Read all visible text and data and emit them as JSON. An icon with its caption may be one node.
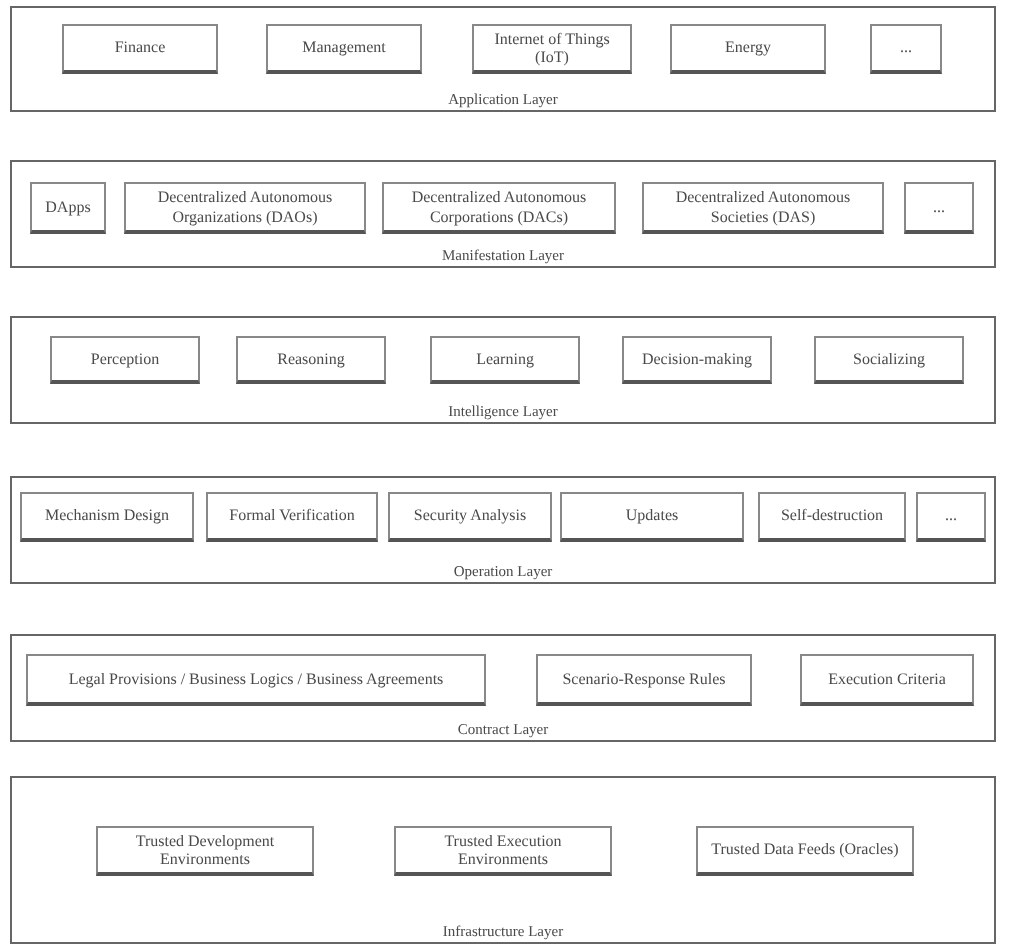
{
  "diagram": {
    "nodes": [
      {
        "text": [
          "Application Layer"
        ]
      },
      {
        "text": [
          "Finance"
        ],
        "in": 0
      },
      {
        "text": [
          "Management"
        ],
        "in": 0
      },
      {
        "text": [
          "Internet of Things (IoT)"
        ],
        "in": 0
      },
      {
        "text": [
          "Energy"
        ],
        "in": 0
      },
      {
        "text": [
          "..."
        ],
        "in": 0
      },
      {
        "text": [
          "Manifestation Layer"
        ]
      },
      {
        "text": [
          "DApps"
        ],
        "in": 6
      },
      {
        "text": [
          "Decentralized Autonomous Organizations (DAOs)"
        ],
        "in": 6
      },
      {
        "text": [
          "Decentralized Autonomous Corporations (DACs)"
        ],
        "in": 6
      },
      {
        "text": [
          "Decentralized Autonomous Societies (DAS)"
        ],
        "in": 6
      },
      {
        "text": [
          "..."
        ],
        "in": 6
      },
      {
        "text": [
          "Intelligence Layer"
        ]
      },
      {
        "text": [
          "Perception"
        ],
        "in": 12
      },
      {
        "text": [
          "Reasoning"
        ],
        "in": 12
      },
      {
        "text": [
          "Learning"
        ],
        "in": 12
      },
      {
        "text": [
          "Decision-making"
        ],
        "in": 12
      },
      {
        "text": [
          "Socializing"
        ],
        "in": 12
      },
      {
        "text": [
          "Operation Layer"
        ]
      },
      {
        "text": [
          "Mechanism Design"
        ],
        "in": 18
      },
      {
        "text": [
          "Formal Verification"
        ],
        "in": 18
      },
      {
        "text": [
          "Security Analysis"
        ],
        "in": 18
      },
      {
        "text": [
          "Updates"
        ],
        "in": 18
      },
      {
        "text": [
          "Self-destruction"
        ],
        "in": 18
      },
      {
        "text": [
          "..."
        ],
        "in": 18
      },
      {
        "text": [
          "Contract Layer"
        ]
      },
      {
        "text": [
          "Legal Provisions / Business Logics / Business Agreements"
        ],
        "in": 25
      },
      {
        "text": [
          "Scenario-Response Rules"
        ],
        "in": 25
      },
      {
        "text": [
          "Execution Criteria"
        ],
        "in": 25
      },
      {
        "text": [
          "Infrastructure Layer"
        ]
      },
      {
        "text": [
          "Trusted Development Environments"
        ],
        "in": 29
      },
      {
        "text": [
          "Trusted Execution Environments"
        ],
        "in": 29
      },
      {
        "text": [
          "Trusted Data Feeds (Oracles)"
        ],
        "in": 29
      }
    ]
  }
}
